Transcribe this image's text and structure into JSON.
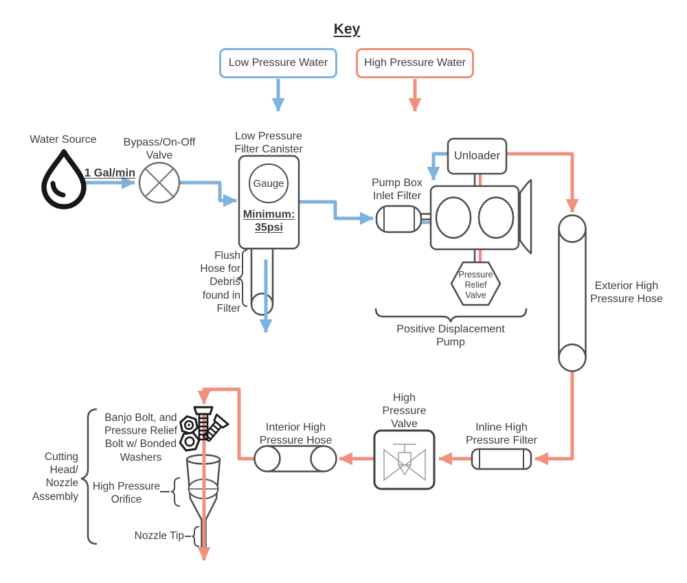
{
  "key": {
    "title": "Key",
    "items": [
      {
        "label": "Low Pressure Water",
        "color": "#7fb2dc"
      },
      {
        "label": "High Pressure Water",
        "color": "#f0917f"
      }
    ]
  },
  "labels": {
    "water_source": "Water Source",
    "flow_rate": "1 Gal/min",
    "bypass_valve": "Bypass/On-Off\nValve",
    "filter_canister": "Low Pressure\nFilter Canister",
    "gauge": "Gauge",
    "minimum_psi": "Minimum:\n35psi",
    "flush_hose": "Flush\nHose for\nDebris\nfound in\nFilter",
    "pump_inlet_filter": "Pump Box\nInlet Filter",
    "unloader": "Unloader",
    "pressure_relief_valve": "Pressure\nRelief\nValve",
    "positive_displacement_pump": "Positive Displacement\nPump",
    "exterior_hose": "Exterior High\nPressure Hose",
    "inline_filter": "Inline High\nPressure Filter",
    "high_pressure_valve": "High\nPressure\nValve",
    "interior_hose": "Interior High\nPressure Hose",
    "banjo_bolt": "Banjo Bolt, and\nPressure Relief\nBolt w/ Bonded\nWashers",
    "orifice": "High Pressure\nOrifice",
    "nozzle_tip": "Nozzle Tip",
    "cutting_head": "Cutting\nHead/\nNozzle\nAssembly"
  },
  "colors": {
    "low_pressure": "#7fb2dc",
    "high_pressure": "#f0917f",
    "outline": "#4d4d4d",
    "text": "#3d3d3d"
  }
}
